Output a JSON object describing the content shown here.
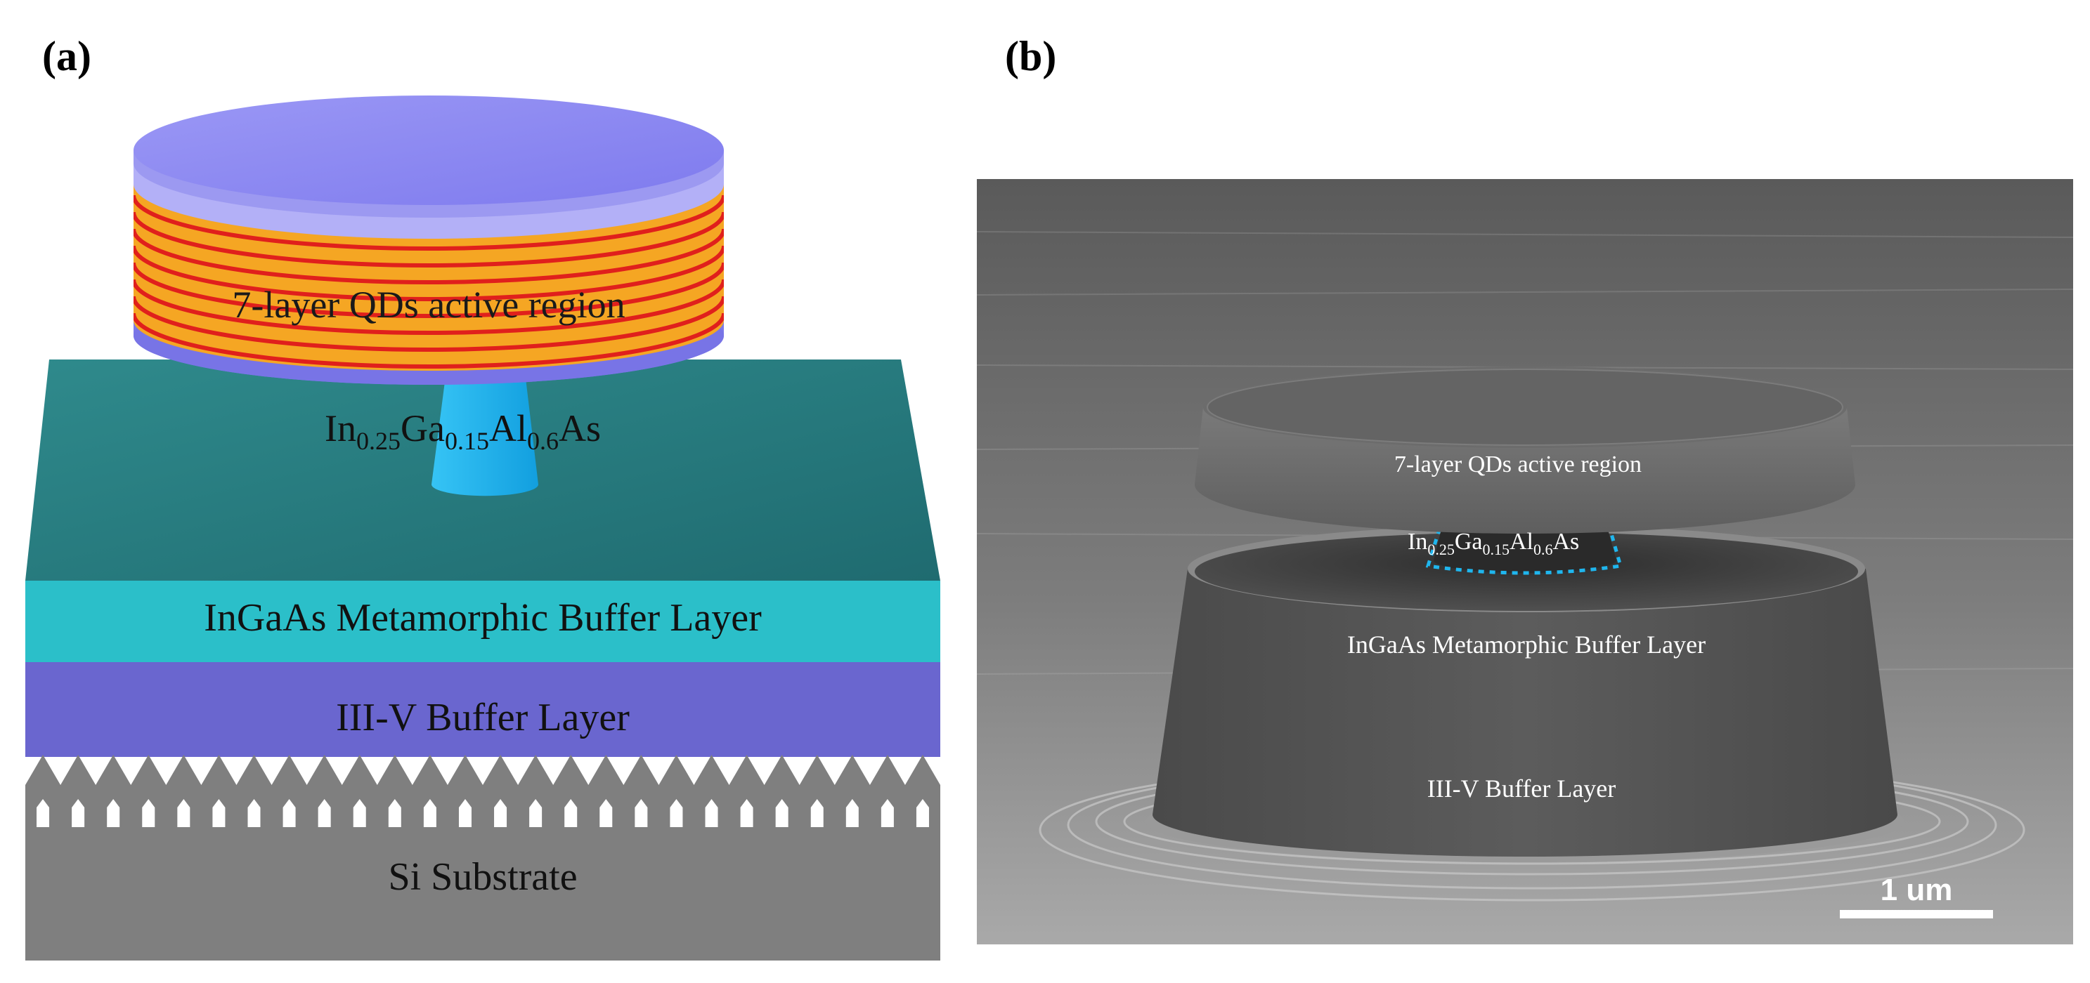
{
  "panel_a": {
    "label": "(a)",
    "active_region_label": "7-layer QDs active region",
    "pillar_label": {
      "el1": "In",
      "sub1": "0.25",
      "el2": "Ga",
      "sub2": "0.15",
      "el3": "Al",
      "sub3": "0.6",
      "el4": "As"
    },
    "metamorphic_label": "InGaAs Metamorphic Buffer Layer",
    "buffer_label": "III-V Buffer Layer",
    "substrate_label": "Si Substrate",
    "colors": {
      "disk_top": "#8f8cf2",
      "disk_edge": "#a8a6f4",
      "qd_orange": "#f5a623",
      "qd_red": "#e0201c",
      "pillar": "#1fb6ee",
      "teal_block": "#2a7e80",
      "metamorphic": "#2bbfc9",
      "buffer": "#6a66cf",
      "substrate": "#7f7f7f"
    }
  },
  "panel_b": {
    "label": "(b)",
    "active_region_label": "7-layer QDs active region",
    "pillar_label": {
      "el1": "In",
      "sub1": "0.25",
      "el2": "Ga",
      "sub2": "0.15",
      "el3": "Al",
      "sub3": "0.6",
      "el4": "As"
    },
    "metamorphic_label": "InGaAs Metamorphic Buffer Layer",
    "buffer_label": "III-V Buffer Layer",
    "scale_bar_label": "1 um"
  }
}
